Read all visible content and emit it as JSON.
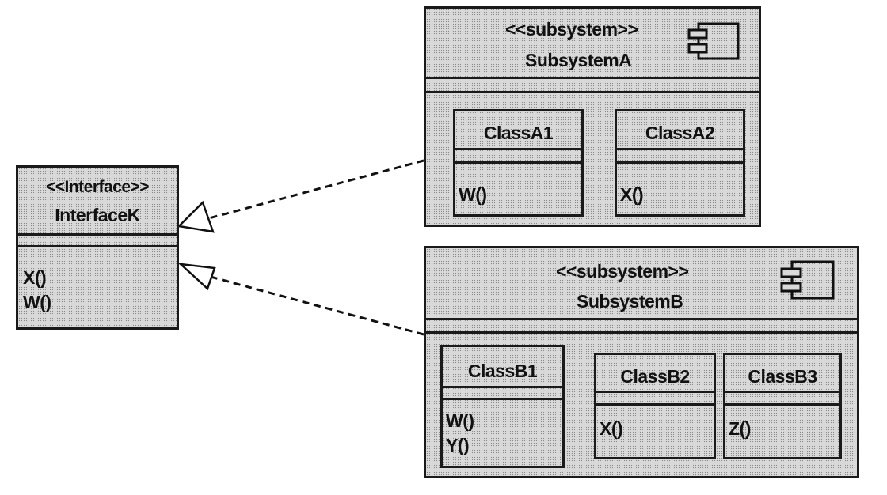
{
  "interface": {
    "stereotype": "<<Interface>>",
    "name": "InterfaceK",
    "operations": [
      "X()",
      "W()"
    ]
  },
  "subsystem_a": {
    "stereotype": "<<subsystem>>",
    "name": "SubsystemA",
    "icon": "component-icon",
    "classes": [
      {
        "name": "ClassA1",
        "operations": [
          "W()"
        ]
      },
      {
        "name": "ClassA2",
        "operations": [
          "X()"
        ]
      }
    ]
  },
  "subsystem_b": {
    "stereotype": "<<subsystem>>",
    "name": "SubsystemB",
    "icon": "component-icon",
    "classes": [
      {
        "name": "ClassB1",
        "operations": [
          "W()",
          "Y()"
        ]
      },
      {
        "name": "ClassB2",
        "operations": [
          "X()"
        ]
      },
      {
        "name": "ClassB3",
        "operations": [
          "Z()"
        ]
      }
    ]
  },
  "relationships": [
    {
      "type": "realization",
      "from": "SubsystemA",
      "to": "InterfaceK"
    },
    {
      "type": "realization",
      "from": "SubsystemB",
      "to": "InterfaceK"
    }
  ]
}
